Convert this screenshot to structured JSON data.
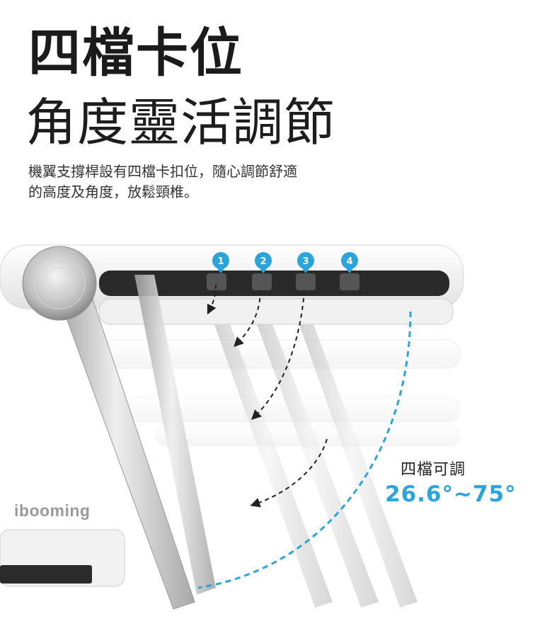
{
  "headline": "四檔卡位",
  "subheadline": "角度靈活調節",
  "description": {
    "line1": "機翼支撐桿設有四檔卡扣位，隨心調節舒適",
    "line2": "的高度及角度，放鬆頸椎。"
  },
  "positions": [
    {
      "label": "1"
    },
    {
      "label": "2"
    },
    {
      "label": "3"
    },
    {
      "label": "4"
    }
  ],
  "angle": {
    "caption": "四檔可調",
    "range": "26.6°~75°"
  },
  "brand": "ibooming",
  "colors": {
    "accent": "#2aa4dd",
    "text": "#1b1b1b",
    "metal": "#c9c9c9"
  }
}
